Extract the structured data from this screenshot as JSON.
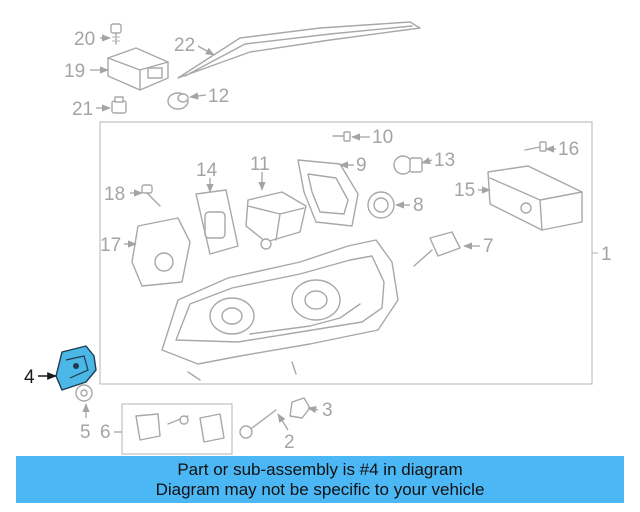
{
  "callouts": {
    "n1": "1",
    "n2": "2",
    "n3": "3",
    "n4": "4",
    "n5": "5",
    "n6": "6",
    "n7": "7",
    "n8": "8",
    "n9": "9",
    "n10": "10",
    "n11": "11",
    "n12": "12",
    "n13": "13",
    "n14": "14",
    "n15": "15",
    "n16": "16",
    "n17": "17",
    "n18": "18",
    "n19": "19",
    "n20": "20",
    "n21": "21",
    "n22": "22"
  },
  "highlighted_part": "4",
  "colors": {
    "highlight": "#4bb7e6",
    "banner": "#4bb7f4",
    "line_art": "#a8a8a8"
  },
  "banner": {
    "line1": "Part or sub-assembly is #4 in diagram",
    "line2": "Diagram may not be specific to your vehicle"
  }
}
